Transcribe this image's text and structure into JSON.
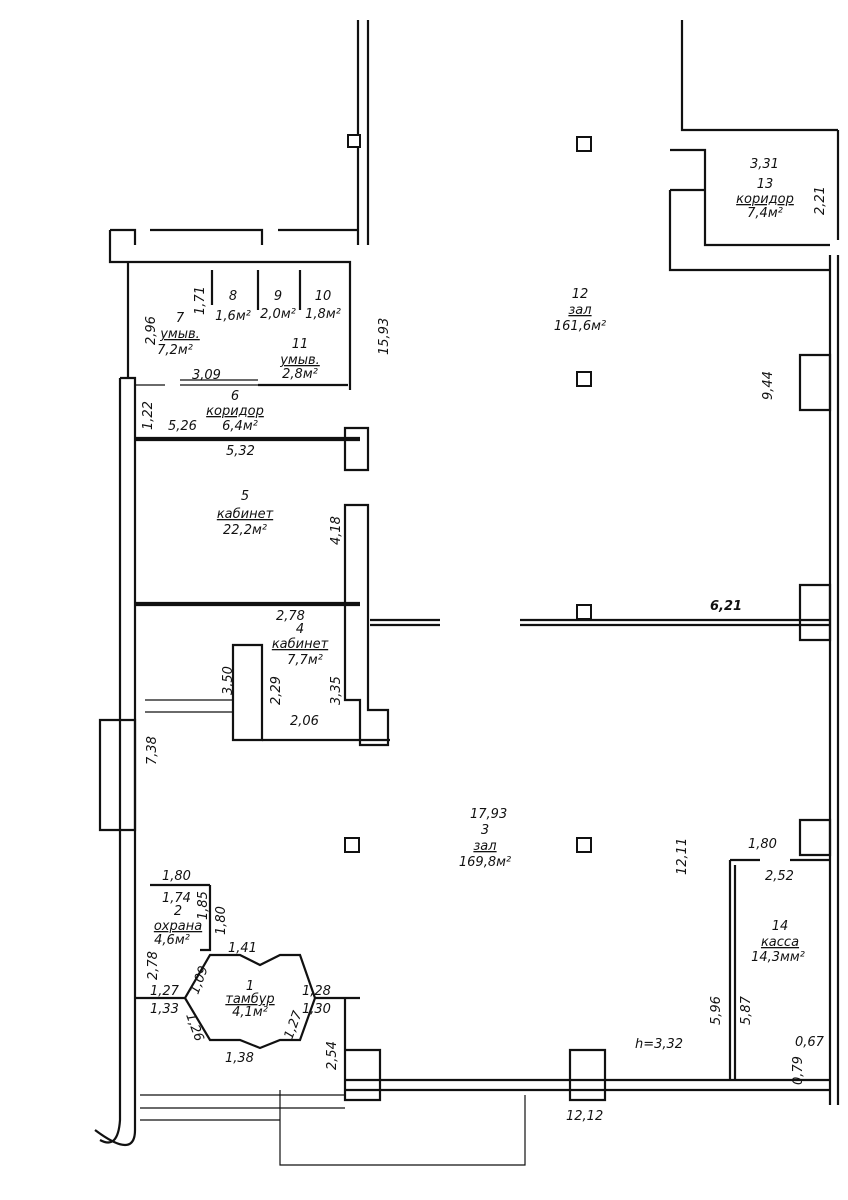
{
  "rooms": [
    {
      "number": "1",
      "name": "тамбур",
      "area": "4,1м²"
    },
    {
      "number": "2",
      "name": "охрана",
      "area": "4,6м²"
    },
    {
      "number": "3",
      "name": "зал",
      "area": "169,8м²"
    },
    {
      "number": "4",
      "name": "кабинет",
      "area": "7,7м²"
    },
    {
      "number": "5",
      "name": "кабинет",
      "area": "22,2м²"
    },
    {
      "number": "6",
      "name": "коридор",
      "area": "6,4м²"
    },
    {
      "number": "7",
      "name": "умыв.",
      "area": "7,2м²"
    },
    {
      "number": "8",
      "name": "",
      "area": "1,6м²"
    },
    {
      "number": "9",
      "name": "",
      "area": "2,0м²"
    },
    {
      "number": "10",
      "name": "",
      "area": "1,8м²"
    },
    {
      "number": "11",
      "name": "умыв.",
      "area": "2,8м²"
    },
    {
      "number": "12",
      "name": "зал",
      "area": "161,6м²"
    },
    {
      "number": "13",
      "name": "коридор",
      "area": "7,4м²"
    },
    {
      "number": "14",
      "name": "касса",
      "area": "14,3мм²"
    }
  ],
  "dimensions": [
    "3,31",
    "2,21",
    "15,93",
    "9,44",
    "2,96",
    "1,71",
    "3,09",
    "1,22",
    "5,26",
    "5,32",
    "4,18",
    "2,78",
    "3,50",
    "2,29",
    "3,35",
    "2,06",
    "6,21",
    "7,38",
    "17,93",
    "12,11",
    "1,80",
    "1,74",
    "1,85",
    "1,80",
    "2,78",
    "1,09",
    "1,41",
    "1,27",
    "1,33",
    "1,26",
    "1,38",
    "1,27",
    "1,28",
    "1,30",
    "2,54",
    "12,12",
    "1,80",
    "2,52",
    "5,96",
    "5,87",
    "0,67",
    "0,79"
  ],
  "ceiling_height": "h=3,32"
}
